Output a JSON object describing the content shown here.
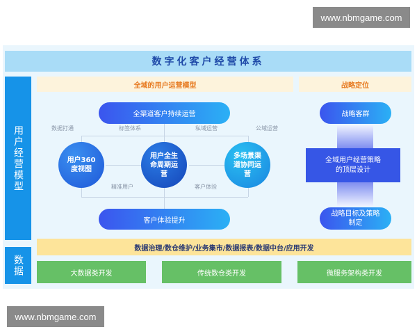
{
  "watermark_top": "www.nbmgame.com",
  "watermark_bottom": "www.nbmgame.com",
  "title": "数字化客户经营体系",
  "side_model": "用户经营模型",
  "side_data": "数据",
  "model": {
    "header": "全域的用户运营模型",
    "top_pill": "全渠道客户持续运营",
    "bottom_pill": "客户体验提升",
    "circles": [
      "用户360度视图",
      "用户全生命周期运营",
      "多场景渠道协同运营"
    ],
    "labels_top": [
      "数据打通",
      "标签体系",
      "私域运营",
      "公域运营"
    ],
    "labels_bottom": [
      "精准用户",
      "客户体验"
    ]
  },
  "strategy": {
    "header": "战略定位",
    "top": "战略客群",
    "middle": "全域用户经营策略的顶层设计",
    "bottom": "战略目标及策略制定"
  },
  "data_layer": {
    "bar": "数据治理/数仓维护/业务集市/数据报表/数据中台/应用开发",
    "boxes": [
      "大数据类开发",
      "传统数仓类开发",
      "微服务架构类开发"
    ]
  }
}
